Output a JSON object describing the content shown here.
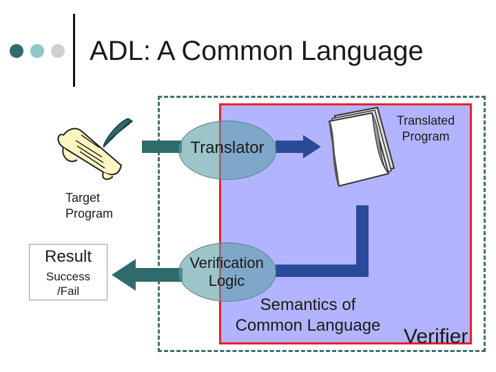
{
  "slide": {
    "title": "ADL: A Common Language"
  },
  "diagram": {
    "target_program_label": [
      "Target",
      "Program"
    ],
    "translator_label": "Translator",
    "translated_program_label": [
      "Translated",
      "Program"
    ],
    "verification_logic_label": [
      "Verification",
      "Logic"
    ],
    "result_title": "Result",
    "result_detail": [
      "Success",
      "/Fail"
    ],
    "semantics_label": [
      "Semantics of",
      "Common Language"
    ],
    "verifier_label": "Verifier"
  },
  "colors": {
    "dot_dark": "#2f6b6b",
    "dot_mid": "#8fc6c6",
    "dot_light": "#cfcfcf",
    "verifier_fill": "#b3b4ff",
    "verifier_border": "#e8202b",
    "arrow_teal": "#2f6b6b",
    "arrow_navy": "#2a4a9a"
  },
  "icons": [
    "scroll-quill-icon",
    "notepad-icon",
    "bullet-dot-icon"
  ]
}
